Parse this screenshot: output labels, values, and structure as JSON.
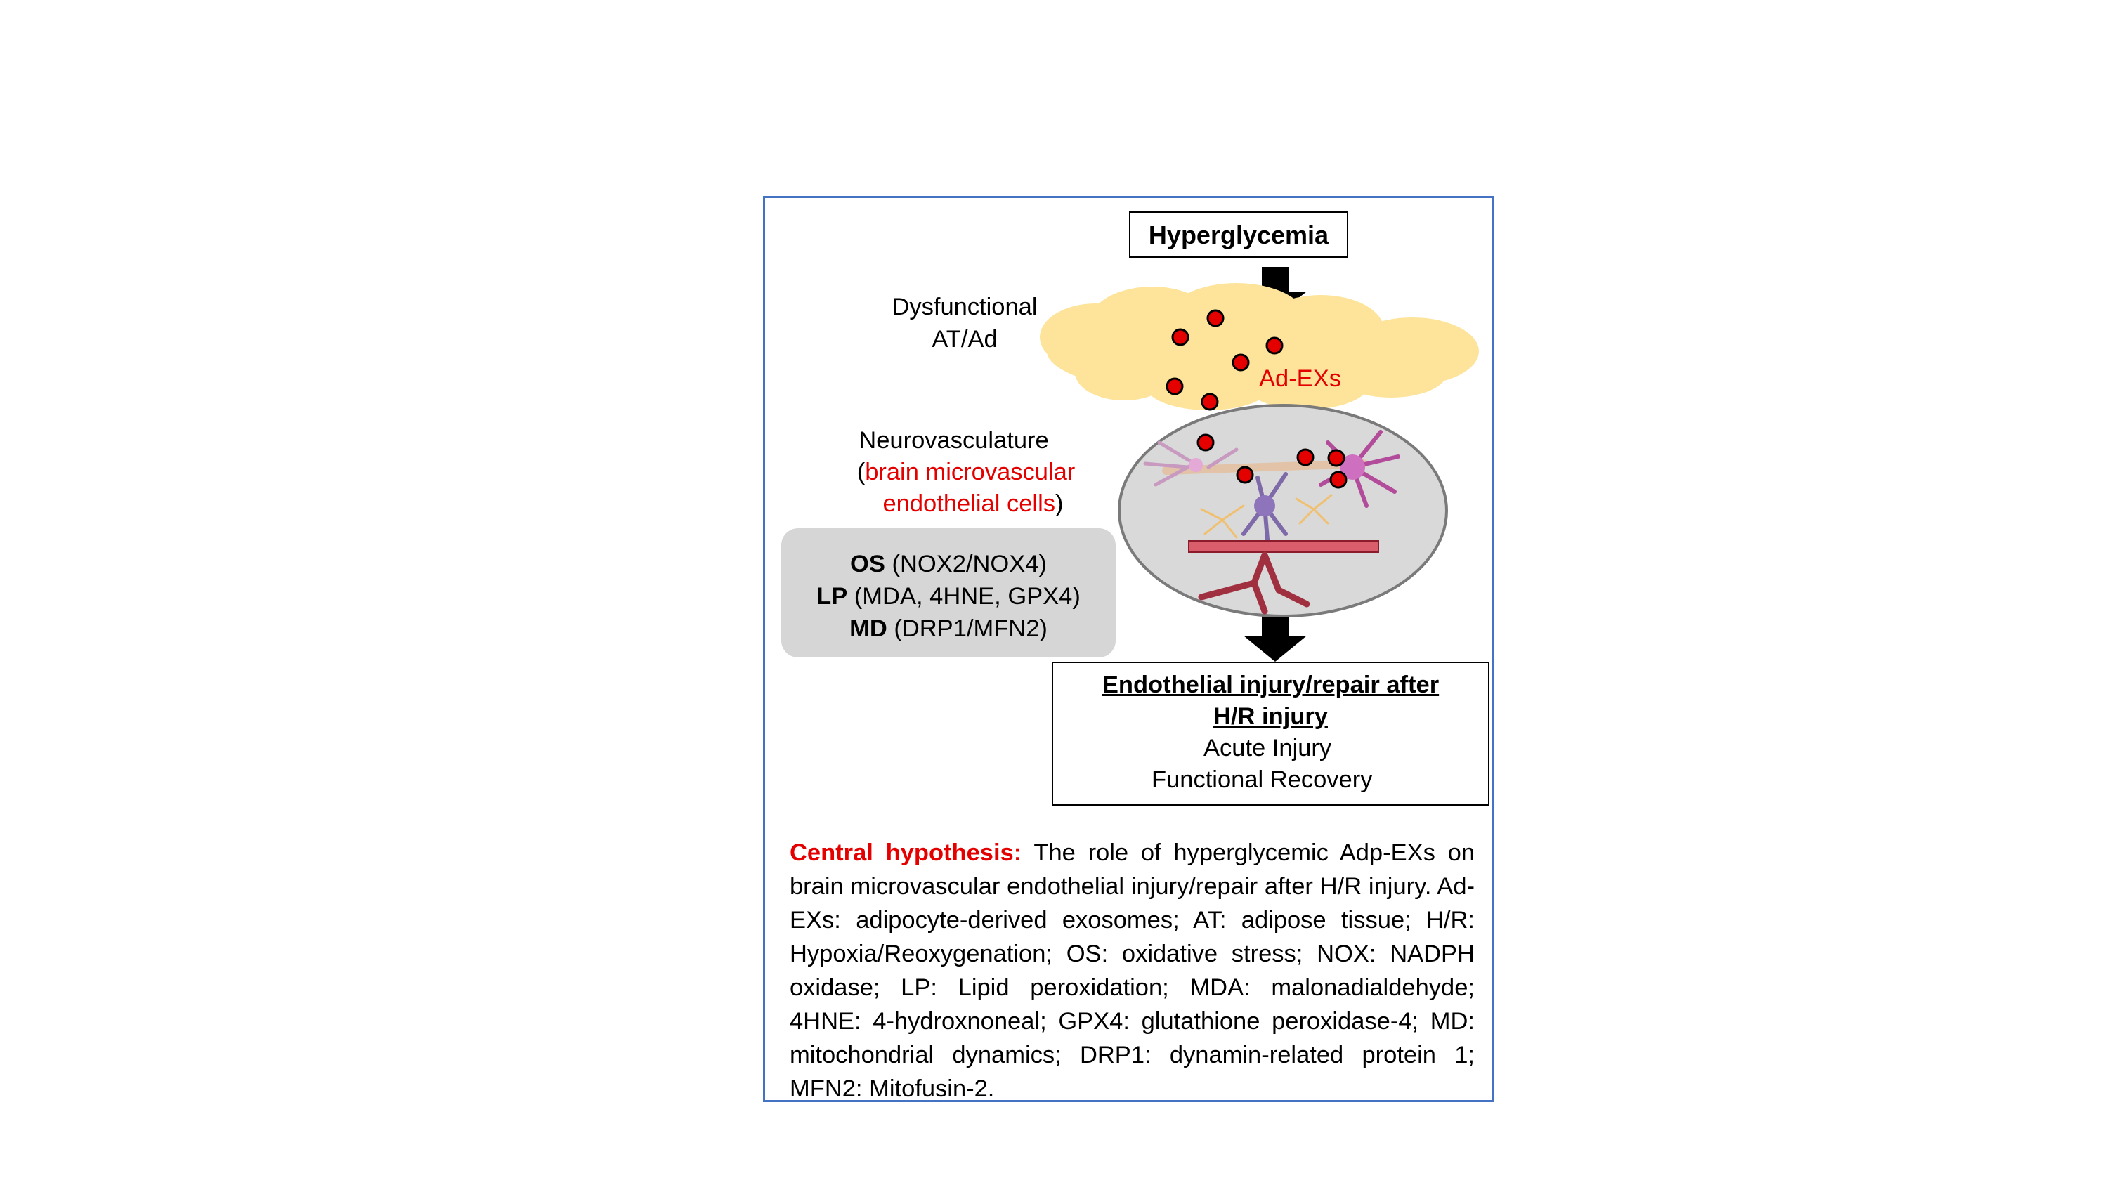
{
  "trigger": "Hyperglycemia",
  "adipose_label_line1": "Dysfunctional",
  "adipose_label_line2": "AT/Ad",
  "exosome_label": "Ad-EXs",
  "neuro_label_line1": "Neurovasculature",
  "neuro_label_open": "(",
  "neuro_label_red1": "brain microvascular",
  "neuro_label_red2": "endothelial cells",
  "neuro_label_close": ")",
  "mechanisms": [
    {
      "abbr": "OS",
      "detail": " (NOX2/NOX4)"
    },
    {
      "abbr": "LP",
      "detail": " (MDA, 4HNE, GPX4)"
    },
    {
      "abbr": "MD",
      "detail": " (DRP1/MFN2)"
    }
  ],
  "outcome": {
    "title_line1": "Endothelial injury/repair after",
    "title_line2": "H/R injury",
    "item1": "Acute Injury",
    "item2": "Functional Recovery"
  },
  "hypothesis": {
    "label": "Central hypothesis:",
    "text": " The role of hyperglycemic Adp-EXs on brain microvascular endothelial injury/repair after H/R injury. Ad-EXs: adipocyte-derived exosomes; AT: adipose tissue; H/R: Hypoxia/Reoxygenation; OS: oxidative stress; NOX: NADPH oxidase; LP: Lipid peroxidation; MDA: malonadialdehyde; 4HNE: 4-hydroxnoneal; GPX4: glutathione peroxidase-4; MD: mitochondrial dynamics; DRP1: dynamin-related protein 1; MFN2: Mitofusin-2."
  },
  "colors": {
    "frame": "#4472c4",
    "adipose": "#fde49a",
    "exosome": "#e50000",
    "neuro_ellipse": "#d9d9d9",
    "accent_red": "#e50000"
  }
}
